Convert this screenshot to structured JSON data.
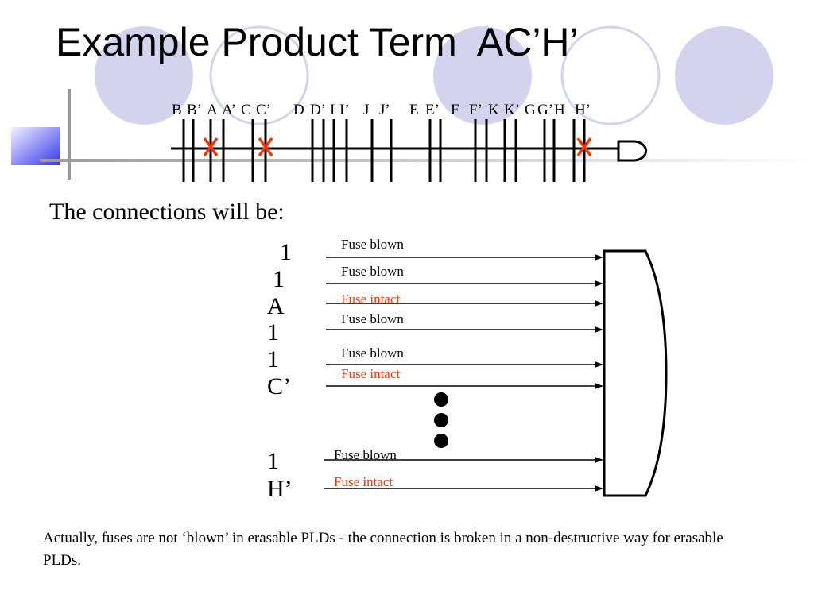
{
  "title": "Example Product Term  AC’H’",
  "pla": {
    "column_labels": [
      "B",
      "B’",
      "A",
      "A’",
      "C",
      "C’",
      "D",
      "D’",
      "I",
      "I’",
      "J",
      "J’",
      "E",
      "E’",
      "F",
      "F’",
      "K",
      "K’",
      "G",
      "G’",
      "H",
      "H’"
    ],
    "fused_columns": [
      "A",
      "C’",
      "H’"
    ],
    "fuse_mark": "X",
    "fuse_mark_color": "#ff3300"
  },
  "connections": {
    "intro": "The connections will be:",
    "input_labels": [
      "1",
      "1",
      "A",
      "1",
      "1",
      "C’",
      "1",
      "H’"
    ],
    "fuse_labels": [
      {
        "text": "Fuse blown",
        "state": "blown"
      },
      {
        "text": "Fuse blown",
        "state": "blown"
      },
      {
        "text": "Fuse intact",
        "state": "intact"
      },
      {
        "text": "Fuse blown",
        "state": "blown"
      },
      {
        "text": "Fuse blown",
        "state": "blown"
      },
      {
        "text": "Fuse intact",
        "state": "intact"
      },
      {
        "text": "Fuse blown",
        "state": "blown"
      },
      {
        "text": "Fuse intact",
        "state": "intact"
      }
    ],
    "intact_color": "#ff3300"
  },
  "footnote": "Actually, fuses are not ‘blown’ in erasable PLDs - the connection is broken in a non-destructive way for erasable PLDs.",
  "theme": {
    "circle_fill": "#d3d3ee",
    "circle_outline": "#d3d3ee"
  }
}
